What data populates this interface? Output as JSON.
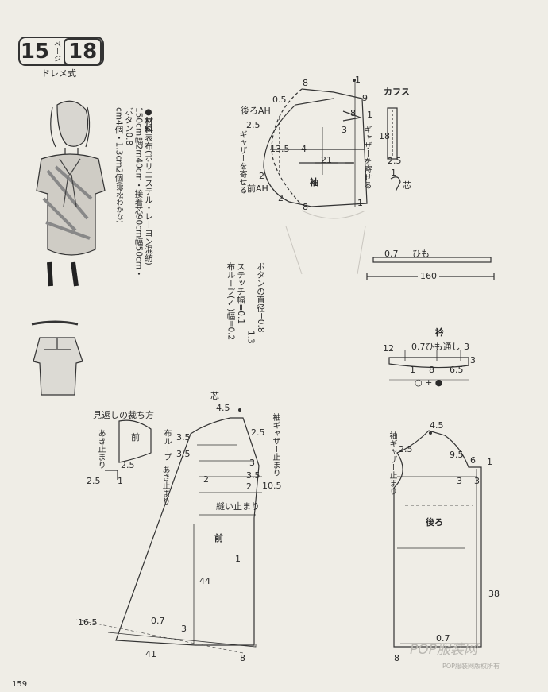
{
  "header": {
    "page_a": "15",
    "page_word": "ページ",
    "page_b": "18",
    "style": "ドレメ式"
  },
  "materials": {
    "title": "●材料",
    "line1": "表布(ポリエステル・レーヨン混紡)",
    "line2": "150cm幅2m40cm・接着芯90cm幅50cm・ボタン0.8",
    "line3": "cm4個・1.3cm2個",
    "line4": "(寝松わかな)"
  },
  "notes": {
    "button": "ボタンの直径=0.8",
    "button2": "1.3",
    "stitch": "ステッチ幅=0.1",
    "loop": "布ループ(✓)幅=0.2"
  },
  "sleeve": {
    "back_ah": "後ろAH",
    "front_ah": "前AH",
    "name": "袖",
    "gather_left": "ギャザーを寄せる",
    "gather_right": "ギャザーを寄せる",
    "d05": "0.5",
    "d8a": "8",
    "d1a": "1",
    "d9": "9",
    "d8b": "8",
    "d1b": "1",
    "d3": "3",
    "d25": "2.5",
    "d135": "13.5",
    "d4": "4",
    "d21": "21",
    "d2a": "2",
    "d2b": "2",
    "d8c": "8",
    "d1c": "1"
  },
  "cuff": {
    "title": "カフス",
    "d18": "18",
    "d25": "2.5",
    "d1": "1",
    "interfacing": "芯"
  },
  "tie": {
    "label": "ひも",
    "d07": "0.7",
    "length": "160"
  },
  "collar": {
    "title": "衿",
    "d12": "12",
    "slot": "0.7ひも通し",
    "circled": "3",
    "d1": "1",
    "d8": "8",
    "d65": "6.5",
    "d3": "3",
    "marks": "○ + ●"
  },
  "facing": {
    "title": "見返しの裁ち方",
    "front": "前",
    "opening": "あき止まり",
    "d25a": "2.5",
    "d25b": "2.5",
    "d1": "1"
  },
  "front_bodice": {
    "name": "前",
    "interfacing": "芯",
    "d45": "4.5",
    "d35a": "3.5",
    "d35b": "3.5",
    "d35c": "3.5",
    "d25": "2.5",
    "d3": "3",
    "d2a": "2",
    "d2b": "2",
    "d105": "10.5",
    "d1": "1",
    "d44": "44",
    "d165": "16.5",
    "d07": "0.7",
    "d3b": "3",
    "d41": "41",
    "d8": "8",
    "loop": "布ループ",
    "opening": "あき止まり",
    "sew_stop": "縫い止まり",
    "sleeve_gather": "袖ギャザー止まり"
  },
  "back_bodice": {
    "name": "後ろ",
    "d45": "4.5",
    "d25": "2.5",
    "d95": "9.5",
    "d6": "6",
    "d1": "1",
    "d3a": "3",
    "d3b": "3",
    "d38": "38",
    "d07": "0.7",
    "d8": "8",
    "sleeve_gather": "袖ギャザー止まり"
  },
  "footer": {
    "page_number": "159",
    "watermark": "POP服装网",
    "watermark_sub": "POP服装网版权所有"
  }
}
